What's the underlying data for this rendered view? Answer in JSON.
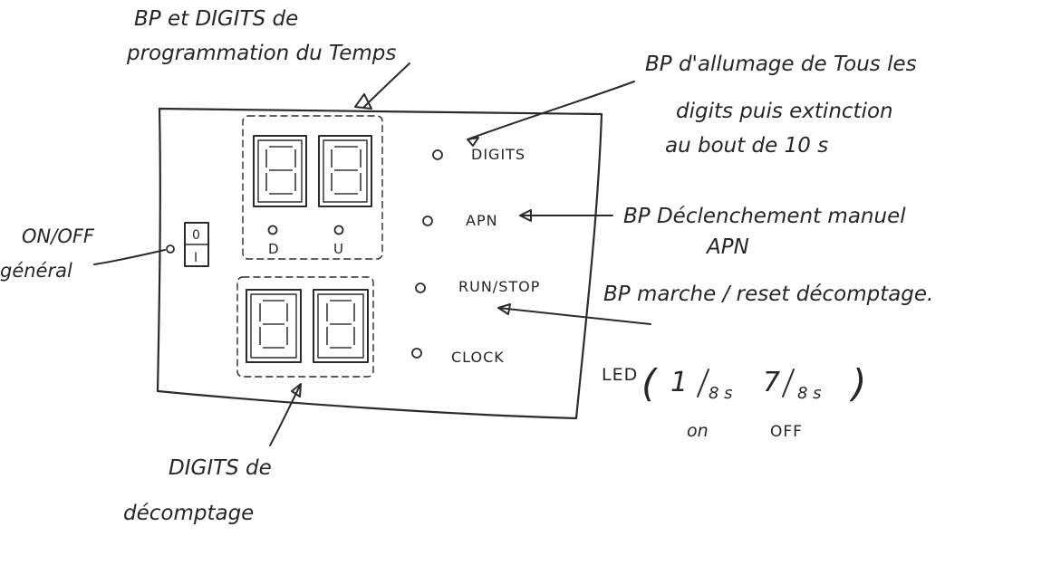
{
  "annotations": {
    "top_note_line1": "BP et DIGITS de",
    "top_note_line2": "programmation du Temps",
    "digits_note_line1": "BP d'allumage de Tous les",
    "digits_note_line2": "digits puis extinction",
    "digits_note_line3": "au bout de 10 s",
    "apn_note_line1": "BP   Déclenchement manuel",
    "apn_note_line2": "APN",
    "run_note": "BP marche / reset décomptage.",
    "onoff_line1": "ON/OFF",
    "onoff_line2": "général",
    "countdown_line1": "DIGITS de",
    "countdown_line2": "décomptage"
  },
  "panel": {
    "switch_top": "0",
    "switch_bottom": "I",
    "prog_btn_left_label": "D",
    "prog_btn_right_label": "U"
  },
  "buttons": [
    {
      "label": "DIGITS"
    },
    {
      "label": "APN"
    },
    {
      "label": "RUN/STOP"
    },
    {
      "label": "CLOCK"
    }
  ],
  "led": {
    "title": "LED",
    "open_paren": "(",
    "on_num": "1",
    "on_den": "8 s",
    "off_num": "7",
    "off_den": "8 s",
    "close_paren": ")",
    "on_label": "on",
    "off_label": "OFF"
  },
  "colors": {
    "ink": "#2b2b2b",
    "paper": "#ffffff"
  }
}
